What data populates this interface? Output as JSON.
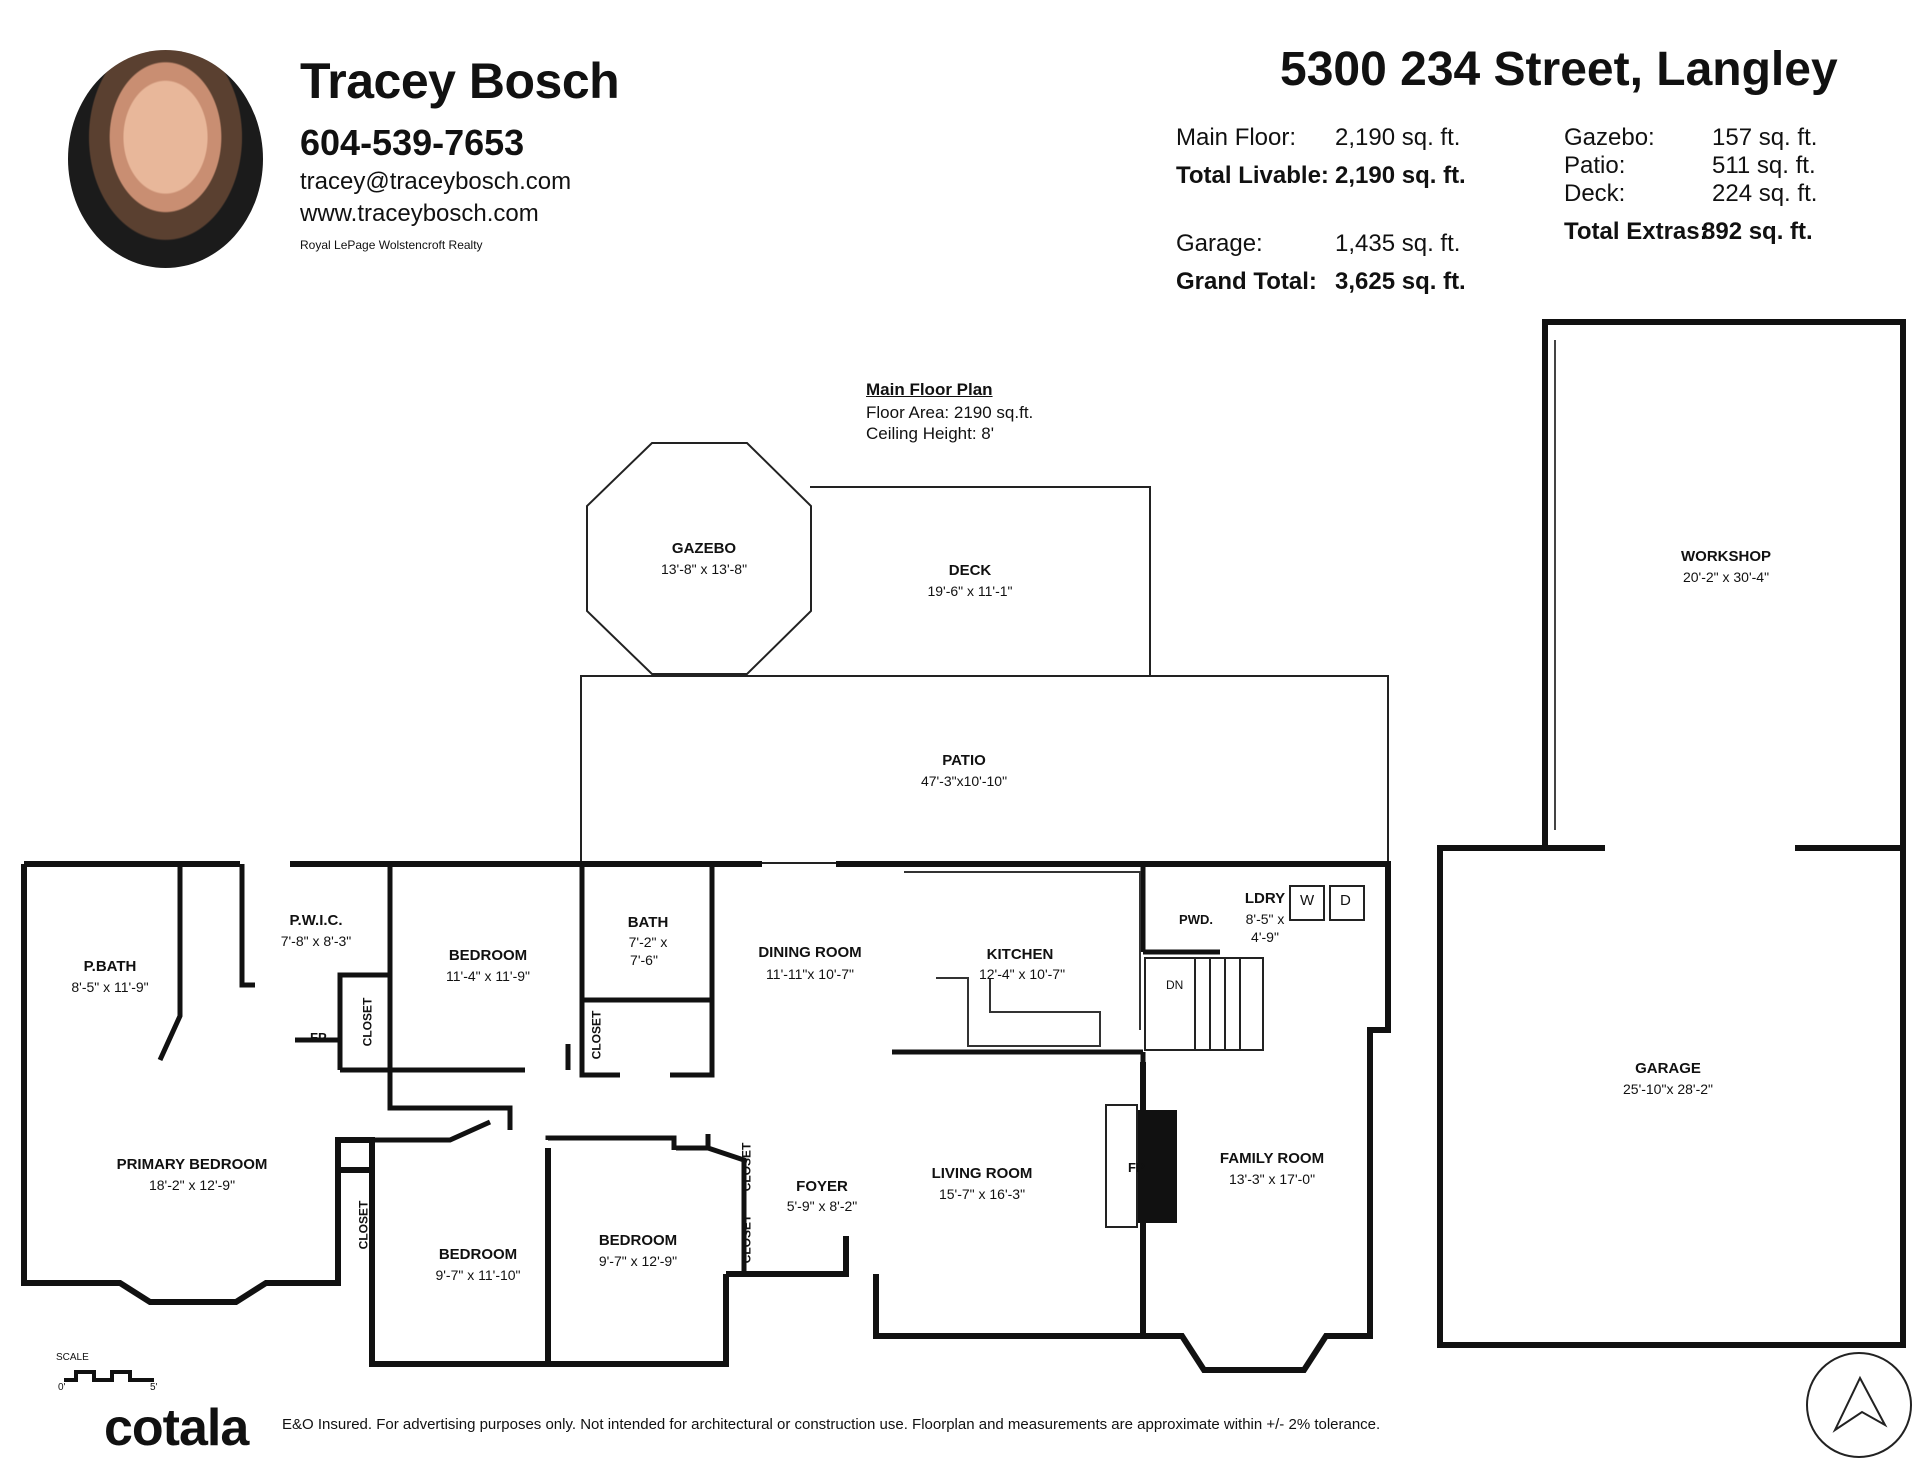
{
  "agent": {
    "name": "Tracey Bosch",
    "phone": "604-539-7653",
    "email": "tracey@traceybosch.com",
    "website": "www.traceybosch.com",
    "brokerage": "Royal LePage Wolstencroft Realty"
  },
  "address": "5300 234 Street, Langley",
  "areas": {
    "main_floor_label": "Main Floor:",
    "main_floor_value": "2,190 sq. ft.",
    "total_livable_label": "Total Livable:",
    "total_livable_value": "2,190 sq. ft.",
    "garage_label": "Garage:",
    "garage_value": "1,435 sq. ft.",
    "grand_total_label": "Grand Total:",
    "grand_total_value": "3,625 sq. ft.",
    "gazebo_label": "Gazebo:",
    "gazebo_value": "157 sq. ft.",
    "patio_label": "Patio:",
    "patio_value": "511 sq. ft.",
    "deck_label": "Deck:",
    "deck_value": "224 sq. ft.",
    "total_extras_label": "Total Extras:",
    "total_extras_value": "892 sq. ft."
  },
  "plan": {
    "title": "Main Floor Plan",
    "floor_area": "Floor Area: 2190 sq.ft.",
    "ceiling_height": "Ceiling Height: 8'"
  },
  "rooms": {
    "gazebo": {
      "name": "GAZEBO",
      "dim": "13'-8\" x 13'-8\""
    },
    "deck": {
      "name": "DECK",
      "dim": "19'-6\" x 11'-1\""
    },
    "patio": {
      "name": "PATIO",
      "dim": "47'-3\"x10'-10\""
    },
    "workshop": {
      "name": "WORKSHOP",
      "dim": "20'-2\" x 30'-4\""
    },
    "garage": {
      "name": "GARAGE",
      "dim": "25'-10\"x 28'-2\""
    },
    "pbath": {
      "name": "P.BATH",
      "dim": "8'-5\" x 11'-9\""
    },
    "pwic": {
      "name": "P.W.I.C.",
      "dim": "7'-8\" x 8'-3\""
    },
    "bedroom1": {
      "name": "BEDROOM",
      "dim": "11'-4\" x 11'-9\""
    },
    "bath": {
      "name": "BATH",
      "dim1": "7'-2\" x",
      "dim2": "7'-6\""
    },
    "dining": {
      "name": "DINING ROOM",
      "dim": "11'-11\"x 10'-7\""
    },
    "kitchen": {
      "name": "KITCHEN",
      "dim": "12'-4\" x 10'-7\""
    },
    "pwd": {
      "name": "PWD."
    },
    "ldry": {
      "name": "LDRY",
      "dim1": "8'-5\" x",
      "dim2": "4'-9\""
    },
    "primary": {
      "name": "PRIMARY BEDROOM",
      "dim": "18'-2\" x 12'-9\""
    },
    "bedroom2": {
      "name": "BEDROOM",
      "dim": "9'-7\" x 11'-10\""
    },
    "bedroom3": {
      "name": "BEDROOM",
      "dim": "9'-7\" x 12'-9\""
    },
    "foyer": {
      "name": "FOYER",
      "dim": "5'-9\" x 8'-2\""
    },
    "living": {
      "name": "LIVING ROOM",
      "dim": "15'-7\" x 16'-3\""
    },
    "family": {
      "name": "FAMILY ROOM",
      "dim": "13'-3\" x 17'-0\""
    }
  },
  "labels": {
    "closet": "CLOSET",
    "fp": "FP",
    "dn": "DN",
    "washer": "W",
    "dryer": "D",
    "scale": "SCALE",
    "scale_start": "0'",
    "scale_end": "5'"
  },
  "footer": {
    "logo": "cotala",
    "disclaimer": "E&O Insured. For advertising purposes only. Not intended for architectural or construction use. Floorplan and measurements are approximate within +/- 2% tolerance."
  }
}
